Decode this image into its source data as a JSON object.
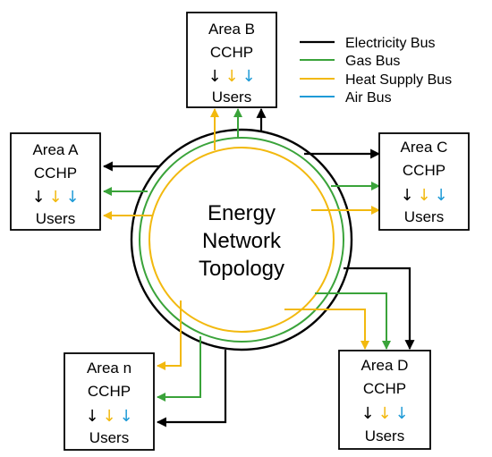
{
  "center": {
    "lines": [
      "Energy",
      "Network",
      "Topology"
    ]
  },
  "legend": [
    {
      "label": "Electricity Bus",
      "color": "#000000"
    },
    {
      "label": "Gas Bus",
      "color": "#3aa33a"
    },
    {
      "label": "Heat Supply Bus",
      "color": "#f2b90f"
    },
    {
      "label": "Air Bus",
      "color": "#1f9bd7"
    }
  ],
  "areas": [
    {
      "id": "b",
      "name": "Area B",
      "unit": "CCHP",
      "users": "Users"
    },
    {
      "id": "a",
      "name": "Area A",
      "unit": "CCHP",
      "users": "Users"
    },
    {
      "id": "c",
      "name": "Area C",
      "unit": "CCHP",
      "users": "Users"
    },
    {
      "id": "n",
      "name": "Area n",
      "unit": "CCHP",
      "users": "Users"
    },
    {
      "id": "d",
      "name": "Area D",
      "unit": "CCHP",
      "users": "Users"
    }
  ],
  "arrow_glyph": "↓",
  "colors": {
    "electricity": "#000000",
    "gas": "#3aa33a",
    "heat": "#f2b90f",
    "air": "#1f9bd7"
  }
}
